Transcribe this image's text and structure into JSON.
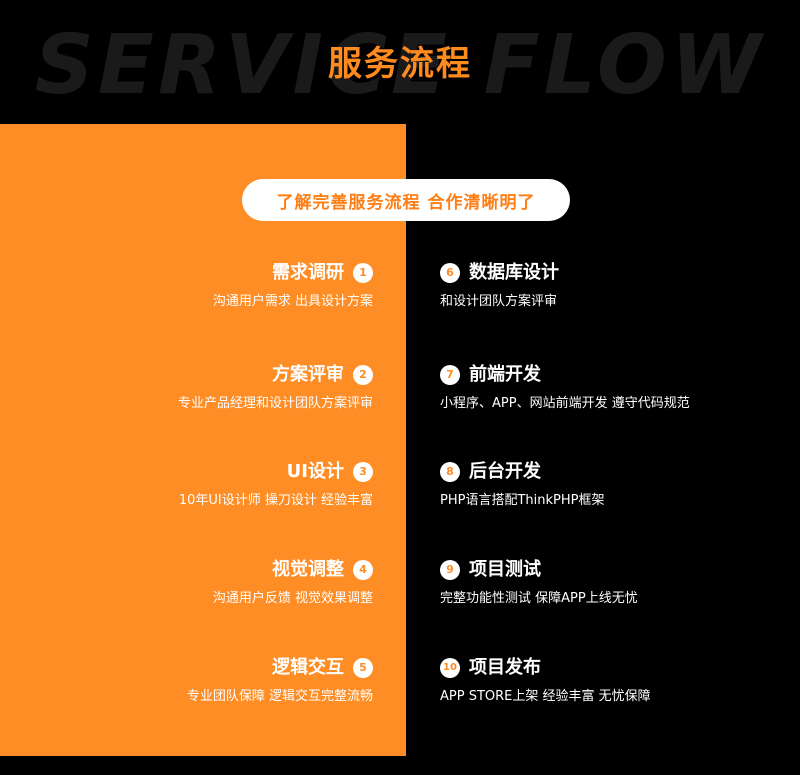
{
  "header": {
    "bg_word": "SERVICE FLOW",
    "title": "服务流程"
  },
  "pill": {
    "text": "了解完善服务流程  合作清晰明了"
  },
  "steps_left": [
    {
      "num": "1",
      "title": "需求调研",
      "desc": "沟通用户需求 出具设计方案"
    },
    {
      "num": "2",
      "title": "方案评审",
      "desc": "专业产品经理和设计团队方案评审"
    },
    {
      "num": "3",
      "title": "UI设计",
      "desc": "10年UI设计师 操刀设计 经验丰富"
    },
    {
      "num": "4",
      "title": "视觉调整",
      "desc": "沟通用户反馈 视觉效果调整"
    },
    {
      "num": "5",
      "title": "逻辑交互",
      "desc": "专业团队保障 逻辑交互完整流畅"
    }
  ],
  "steps_right": [
    {
      "num": "6",
      "title": "数据库设计",
      "desc": "和设计团队方案评审"
    },
    {
      "num": "7",
      "title": "前端开发",
      "desc": "小程序、APP、网站前端开发 遵守代码规范"
    },
    {
      "num": "8",
      "title": "后台开发",
      "desc": "PHP语言搭配ThinkPHP框架"
    },
    {
      "num": "9",
      "title": "项目测试",
      "desc": "完整功能性测试 保障APP上线无忧"
    },
    {
      "num": "10",
      "title": "项目发布",
      "desc": "APP STORE上架 经验丰富 无忧保障"
    }
  ],
  "colors": {
    "accent": "#ff8d26",
    "background": "#000000",
    "pill_text": "#ff7f17"
  }
}
